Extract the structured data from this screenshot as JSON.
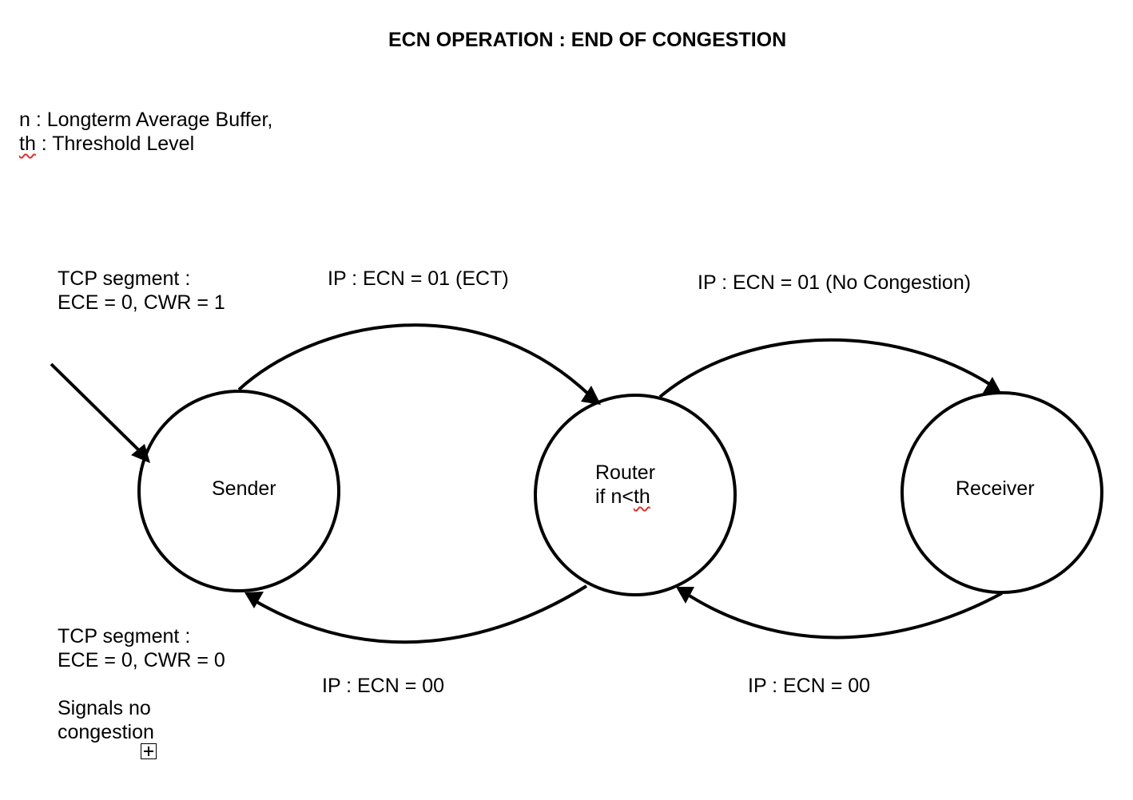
{
  "title": "ECN OPERATION : END OF CONGESTION",
  "legend": {
    "line1": "n : Longterm Average Buffer,",
    "line2_term": "th",
    "line2_rest": " : Threshold Level"
  },
  "nodes": {
    "sender": {
      "label": "Sender"
    },
    "router": {
      "line1": "Router",
      "line2_prefix": "if n<",
      "line2_term": "th"
    },
    "receiver": {
      "label": "Receiver"
    }
  },
  "edges": {
    "sender_to_router": "IP : ECN = 01 (ECT)",
    "router_to_receiver": "IP : ECN = 01 (No Congestion)",
    "router_to_sender": "IP : ECN = 00",
    "receiver_to_router": "IP : ECN = 00"
  },
  "notes": {
    "incoming_line1": "TCP segment :",
    "incoming_line2": "ECE = 0, CWR = 1",
    "outgoing_line1": "TCP segment :",
    "outgoing_line2": "ECE = 0, CWR = 0",
    "outgoing_line3": "Signals no",
    "outgoing_line4": "congestion"
  },
  "colors": {
    "stroke": "#000000",
    "spellcheck_underline": "#e0312b",
    "background": "#ffffff"
  }
}
